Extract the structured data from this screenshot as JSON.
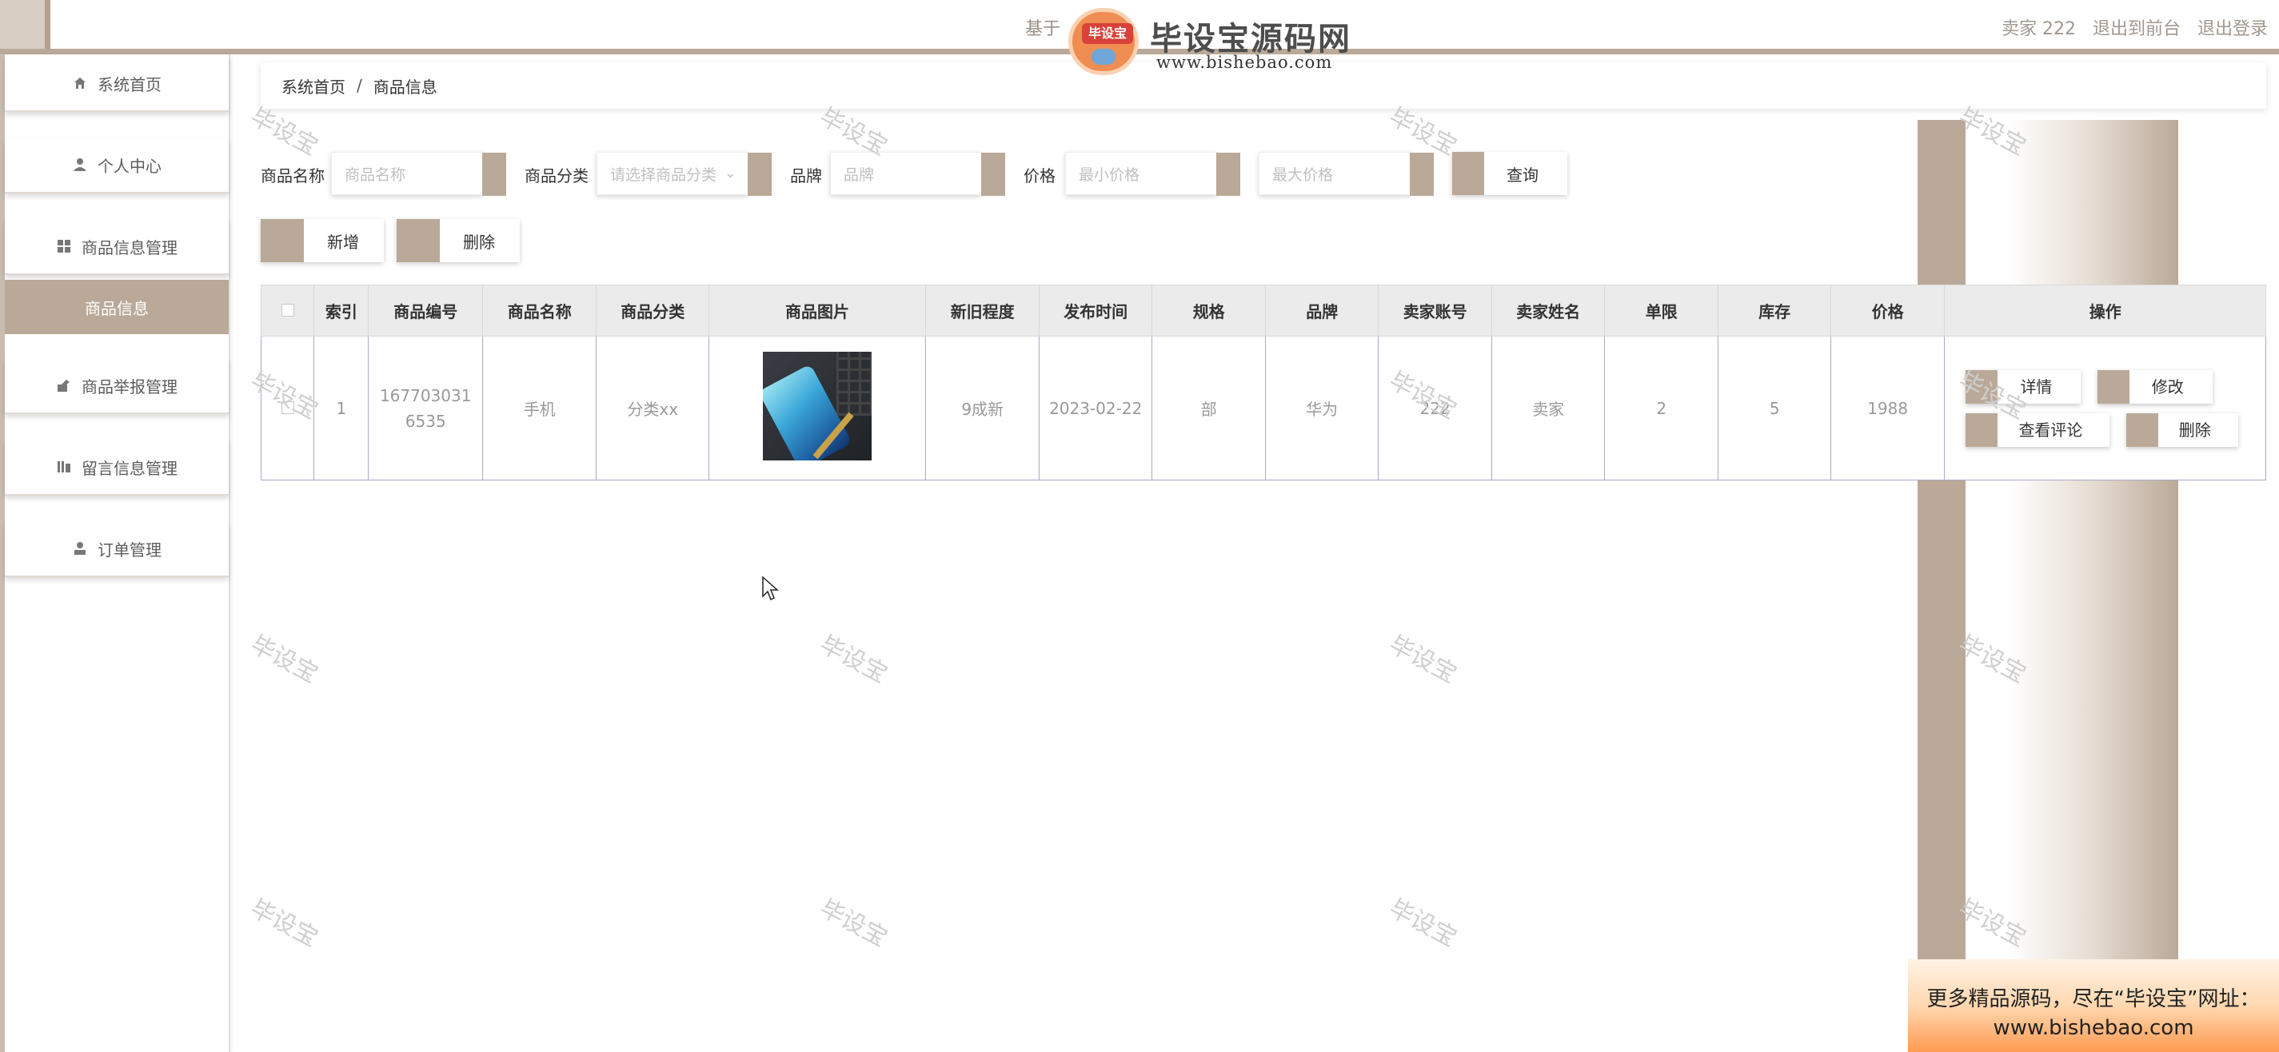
{
  "header": {
    "title_fragment": "基于",
    "user_label": "卖家 222",
    "front_link": "退出到前台",
    "logout_link": "退出登录"
  },
  "brand": {
    "badge": "毕设宝",
    "name": "毕设宝源码网",
    "url": "www.bishebao.com"
  },
  "sidebar": {
    "items": [
      {
        "label": "系统首页",
        "icon": "home-icon"
      },
      {
        "label": "个人中心",
        "icon": "user-icon"
      },
      {
        "label": "商品信息管理",
        "icon": "grid-icon"
      },
      {
        "label": "商品信息",
        "icon": ""
      },
      {
        "label": "商品举报管理",
        "icon": "report-icon"
      },
      {
        "label": "留言信息管理",
        "icon": "message-icon"
      },
      {
        "label": "订单管理",
        "icon": "order-icon"
      }
    ]
  },
  "breadcrumb": {
    "home": "系统首页",
    "sep": "/",
    "current": "商品信息"
  },
  "search": {
    "name_label": "商品名称",
    "name_placeholder": "商品名称",
    "category_label": "商品分类",
    "category_placeholder": "请选择商品分类",
    "brand_label": "品牌",
    "brand_placeholder": "品牌",
    "price_label": "价格",
    "min_price_placeholder": "最小价格",
    "max_price_placeholder": "最大价格",
    "query_button": "查询"
  },
  "actions": {
    "add_button": "新增",
    "delete_button": "删除"
  },
  "table": {
    "headers": [
      "索引",
      "商品编号",
      "商品名称",
      "商品分类",
      "商品图片",
      "新旧程度",
      "发布时间",
      "规格",
      "品牌",
      "卖家账号",
      "卖家姓名",
      "单限",
      "库存",
      "价格",
      "操作"
    ],
    "rows": [
      {
        "index": "1",
        "code": "1677030316535",
        "name": "手机",
        "category": "分类xx",
        "image": "phone-product-image",
        "condition": "9成新",
        "date": "2023-02-22",
        "spec": "部",
        "brand": "华为",
        "seller_account": "222",
        "seller_name": "卖家",
        "limit": "2",
        "stock": "5",
        "price": "1988",
        "ops": {
          "detail": "详情",
          "edit": "修改",
          "comments": "查看评论",
          "delete": "删除"
        }
      }
    ]
  },
  "watermark": "毕设宝",
  "promo": {
    "line1": "更多精品源码，尽在“毕设宝”网址：",
    "line2": "www.bishebao.com"
  },
  "colors": {
    "accent": "#baa998",
    "header_border": "#baa998"
  }
}
